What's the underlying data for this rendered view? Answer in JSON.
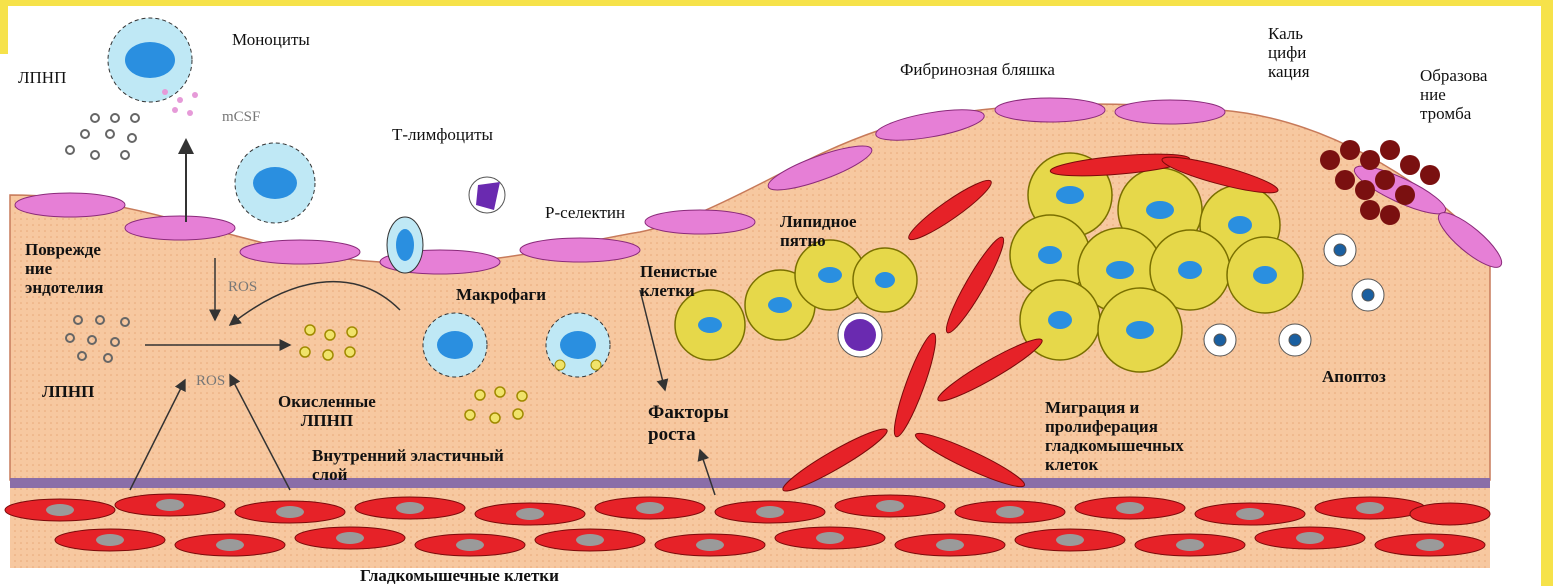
{
  "labels": {
    "monocytes": "Моноциты",
    "ldl_top": "ЛПНП",
    "mcsf": "mCSF",
    "t_lymph": "Т-лимфоциты",
    "p_selectin": "Р-селектин",
    "damage": "Поврежде\nние\nэндотелия",
    "ros1": "ROS",
    "ros2": "ROS",
    "ldl_mid": "ЛПНП",
    "macrophages": "Макрофаги",
    "oxidized": "Окисленные\nЛПНП",
    "foam": "Пенистые\nклетки",
    "lipid_spot": "Липидное\nпятно",
    "fibrous": "Фибринозная бляшка",
    "calc": "Каль\nцифи\nкация",
    "thrombus": "Образова\nние\nтромба",
    "growth": "Факторы\nроста",
    "migration": "Миграция и\nпролиферация\nгладкомышечных\nклеток",
    "apoptosis": "Апоптоз",
    "iel": "Внутренний эластичный\nслой",
    "smc": "Гладкомышечные клетки"
  },
  "colors": {
    "intima": "#f7c8a0",
    "endothelium": "#e67fd6",
    "smc": "#e62228",
    "lipid": "#e6d84a",
    "cell_blue": "#2a8fe0",
    "elastic": "#8a6ea8",
    "thrombus": "#7a1010",
    "frame_yellow": "#f6e24a"
  }
}
